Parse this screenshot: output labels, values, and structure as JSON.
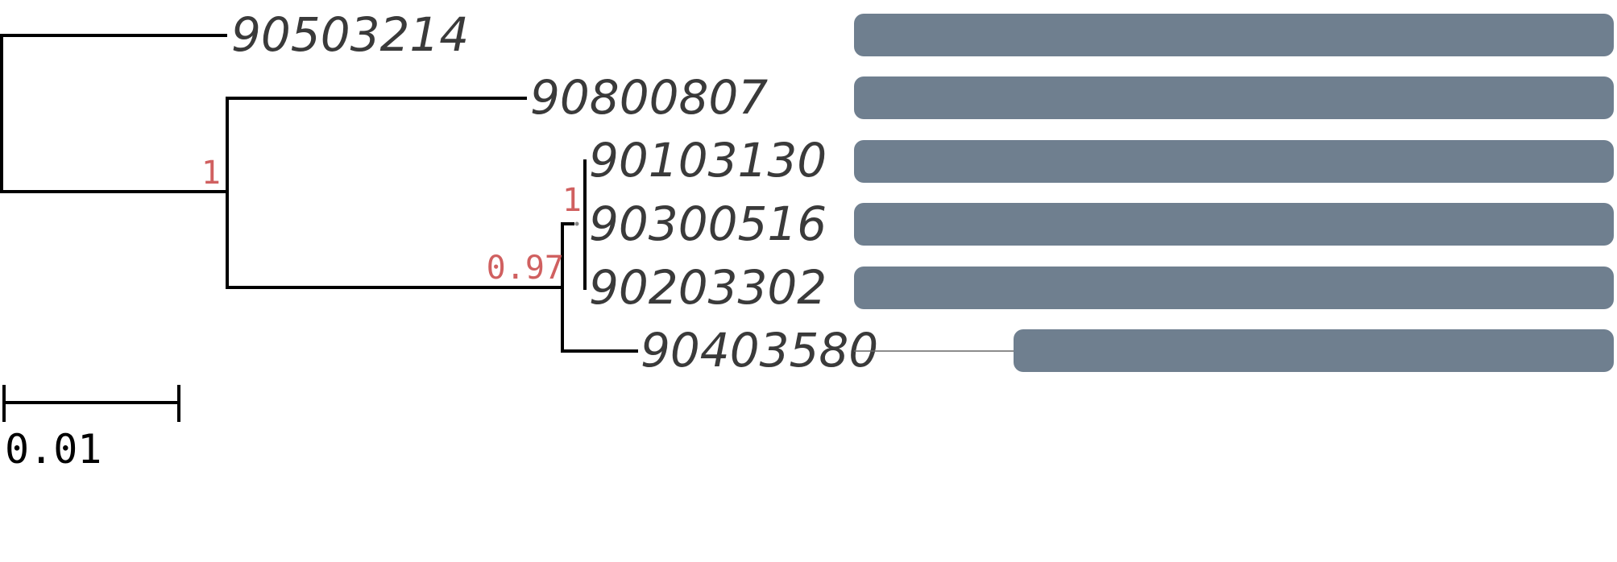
{
  "tree": {
    "leaves": [
      {
        "id": "leaf-90503214",
        "label": "90503214"
      },
      {
        "id": "leaf-90800807",
        "label": "90800807"
      },
      {
        "id": "leaf-90103130",
        "label": "90103130"
      },
      {
        "id": "leaf-90300516",
        "label": "90300516"
      },
      {
        "id": "leaf-90203302",
        "label": "90203302"
      },
      {
        "id": "leaf-90403580",
        "label": "90403580"
      }
    ],
    "support_values": {
      "node_a": "1",
      "node_b": "0.97",
      "node_c": "1"
    },
    "scale_bar": {
      "label": "0.01"
    }
  },
  "colors": {
    "branch": "#000000",
    "leaf_text": "#3a3a3a",
    "support_text": "#d06060",
    "bar_fill": "#6f7f8f"
  }
}
